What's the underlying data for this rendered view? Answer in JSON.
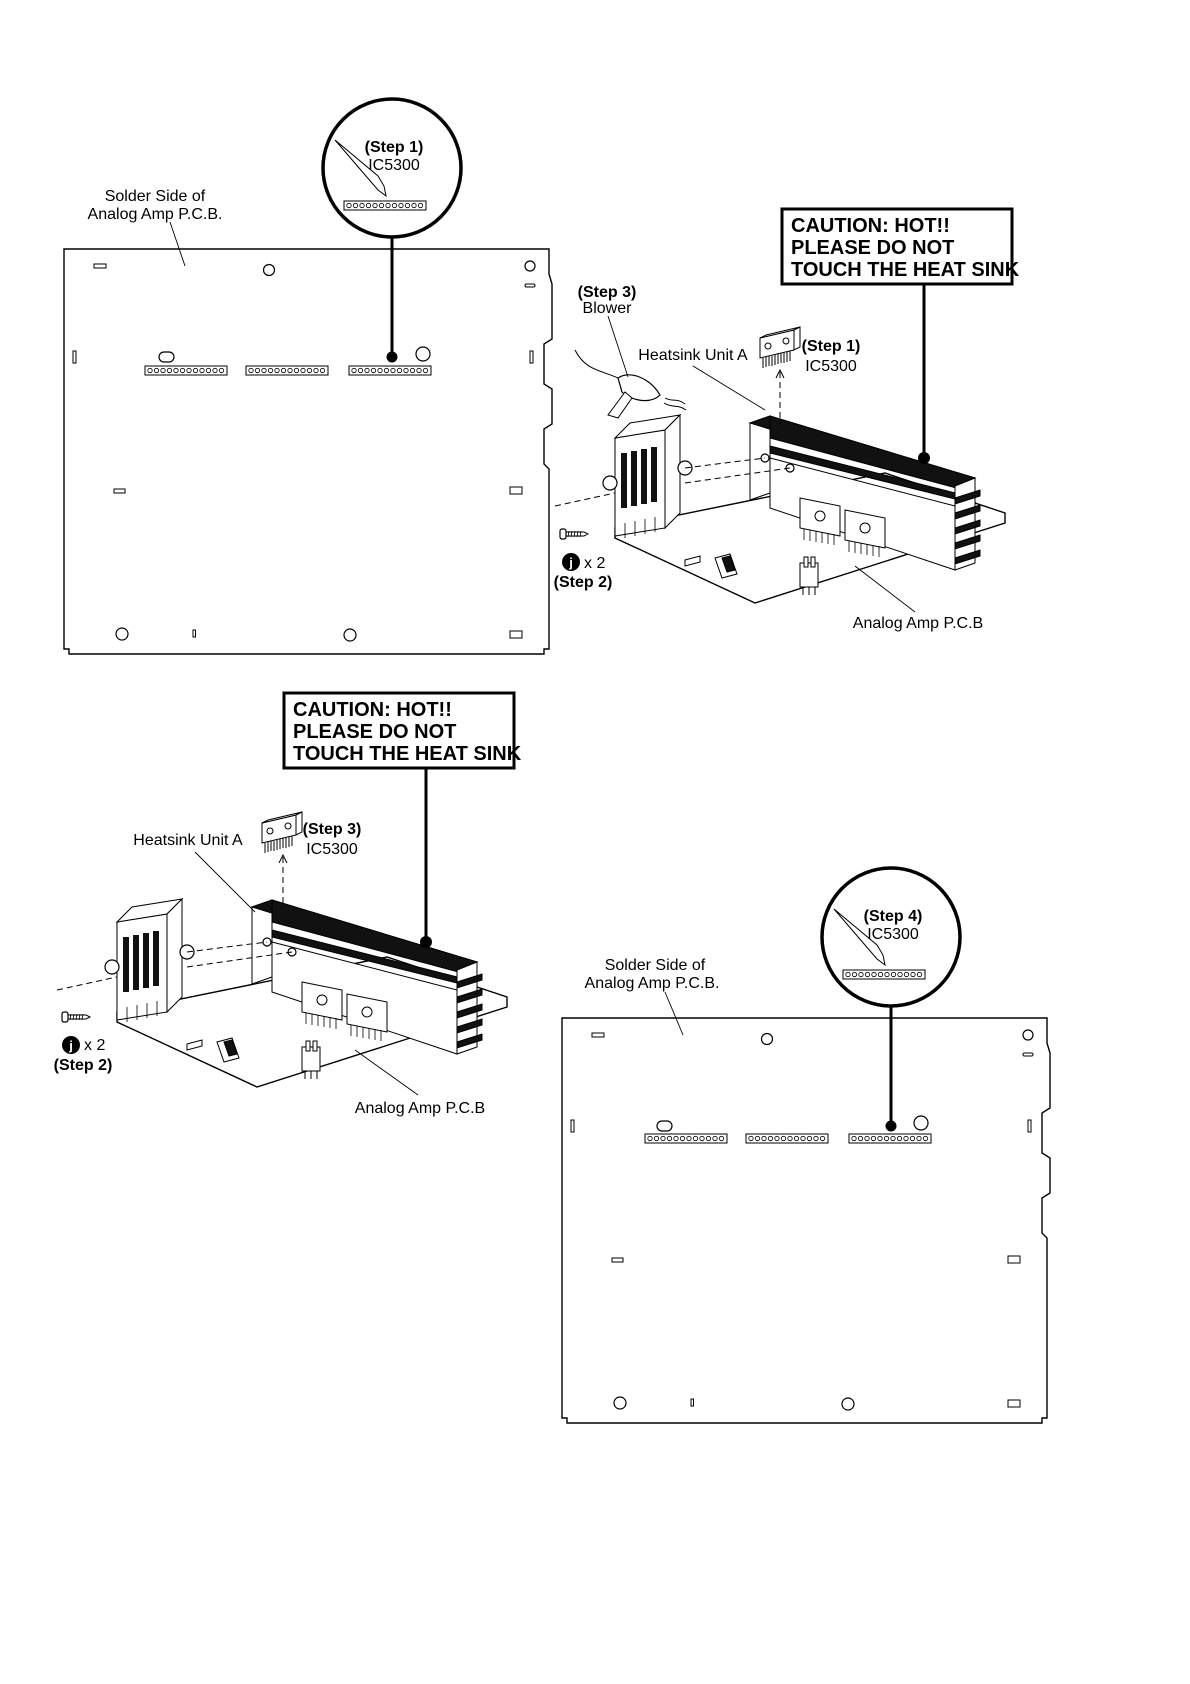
{
  "panels": {
    "p1": {
      "board_label_line1": "Solder Side of",
      "board_label_line2": "Analog Amp P.C.B.",
      "callout_step": "(Step 1)",
      "callout_part": "IC5300"
    },
    "p2": {
      "caution_line1": "CAUTION: HOT!!",
      "caution_line2": "PLEASE DO NOT",
      "caution_line3": "TOUCH THE HEAT SINK",
      "blower_step": "(Step 3)",
      "blower_label": "Blower",
      "heatsink_label": "Heatsink Unit A",
      "ic_step": "(Step 1)",
      "ic_part": "IC5300",
      "screw_badge": "j",
      "screw_count": "x 2",
      "screw_step": "(Step 2)",
      "board_label": "Analog Amp P.C.B"
    },
    "p3": {
      "caution_line1": "CAUTION: HOT!!",
      "caution_line2": "PLEASE DO NOT",
      "caution_line3": "TOUCH THE HEAT SINK",
      "heatsink_label": "Heatsink Unit A",
      "ic_step": "(Step 3)",
      "ic_part": "IC5300",
      "screw_badge": "j",
      "screw_count": "x 2",
      "screw_step": "(Step 2)",
      "board_label": "Analog Amp P.C.B"
    },
    "p4": {
      "board_label_line1": "Solder Side of",
      "board_label_line2": "Analog Amp P.C.B.",
      "callout_step": "(Step 4)",
      "callout_part": "IC5300"
    }
  }
}
